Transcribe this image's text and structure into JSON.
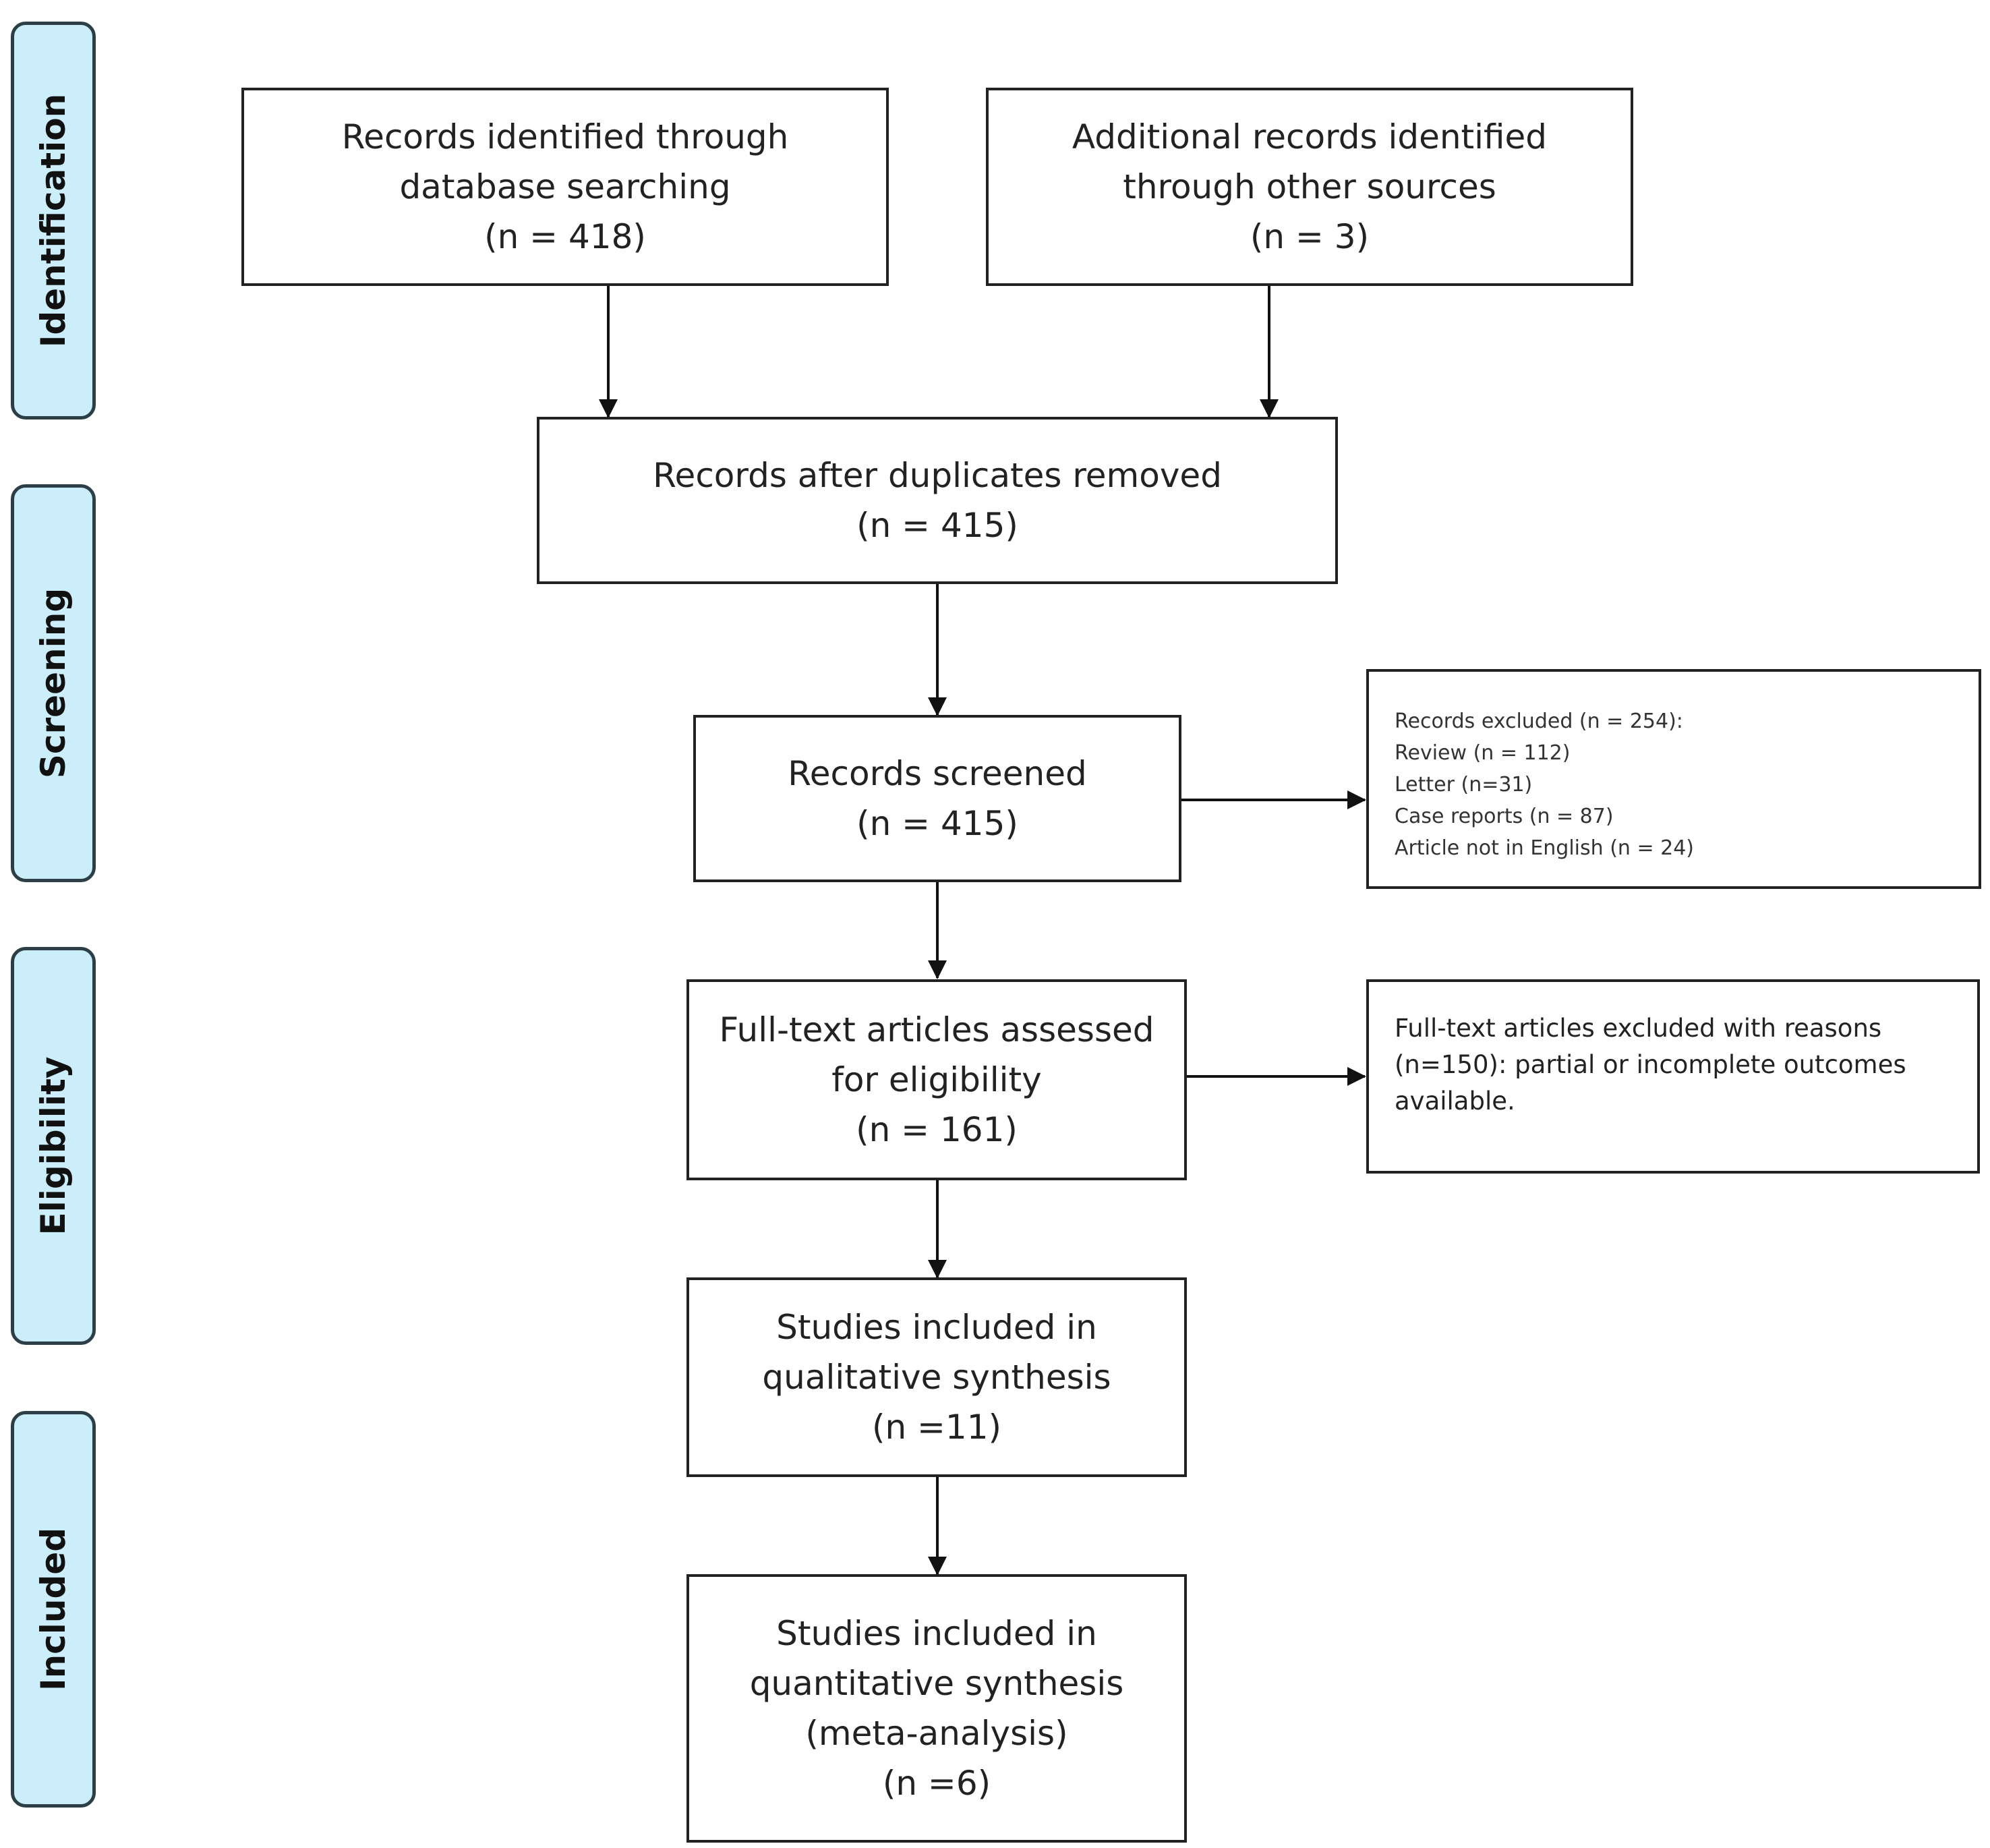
{
  "stages": {
    "identification": "Identification",
    "screening": "Screening",
    "eligibility": "Eligibility",
    "included": "Included"
  },
  "boxes": {
    "database": {
      "line1": "Records identified through",
      "line2": "database searching",
      "line3": "(n = 418)"
    },
    "other_sources": {
      "line1": "Additional records identified",
      "line2": "through other sources",
      "line3": "(n = 3)"
    },
    "duplicates": {
      "line1": "Records after duplicates removed",
      "line2": "(n = 415)"
    },
    "screened": {
      "line1": "Records screened",
      "line2": "(n = 415)"
    },
    "excluded": {
      "line1": "Records excluded (n = 254):",
      "line2": "Review (n = 112)",
      "line3": "Letter (n=31)",
      "line4": "Case reports (n = 87)",
      "line5": "Article not in English (n = 24)"
    },
    "fulltext": {
      "line1": "Full-text articles assessed",
      "line2": "for eligibility",
      "line3": "(n = 161)"
    },
    "fulltext_excluded": {
      "line1": "Full-text articles excluded with reasons",
      "line2": "(n=150): partial or incomplete outcomes",
      "line3": "available."
    },
    "qualitative": {
      "line1": "Studies included in",
      "line2": "qualitative synthesis",
      "line3": "(n =11)"
    },
    "quantitative": {
      "line1": "Studies included in",
      "line2": "quantitative synthesis",
      "line3": "(meta-analysis)",
      "line4": "(n =6)"
    }
  }
}
